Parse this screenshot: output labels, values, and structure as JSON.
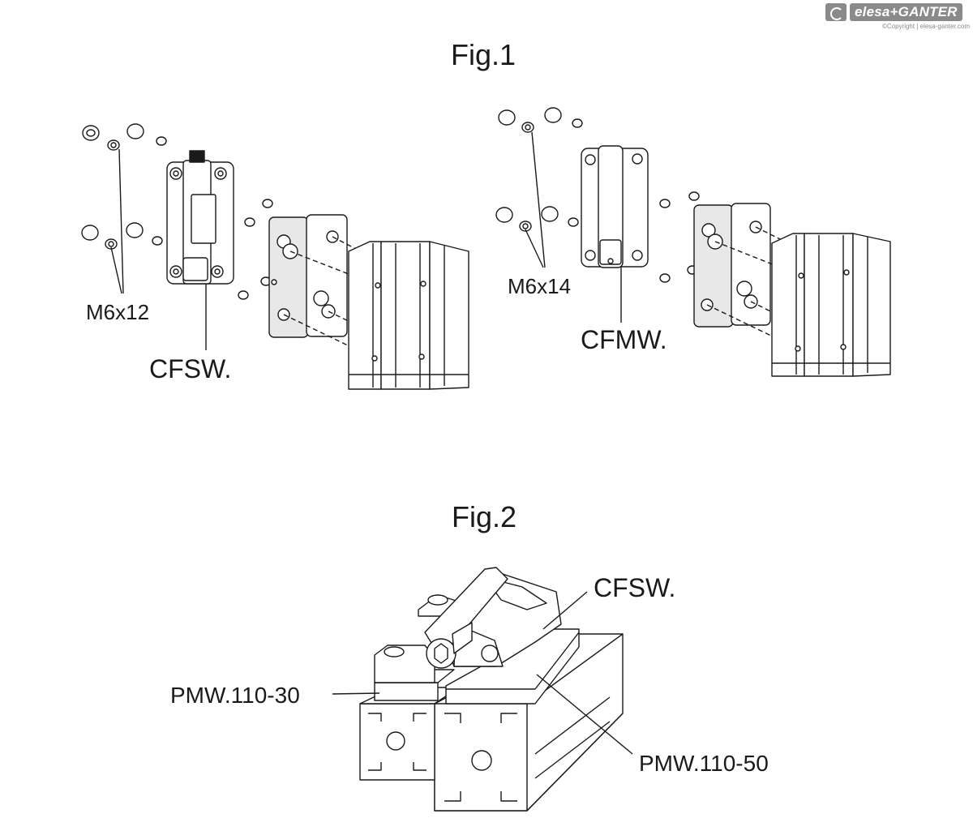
{
  "brand": {
    "logo_text": "elesa+GANTER",
    "copyright": "©Copyright | elesa-ganter.com",
    "logo_color": "#8a8a8a"
  },
  "fig1": {
    "title": "Fig.1",
    "left": {
      "screw_label": "M6x12",
      "part_label": "CFSW."
    },
    "right": {
      "screw_label": "M6x14",
      "part_label": "CFMW."
    }
  },
  "fig2": {
    "title": "Fig.2",
    "part_label": "CFSW.",
    "plate_small_label": "PMW.110-30",
    "plate_large_label": "PMW.110-50"
  }
}
